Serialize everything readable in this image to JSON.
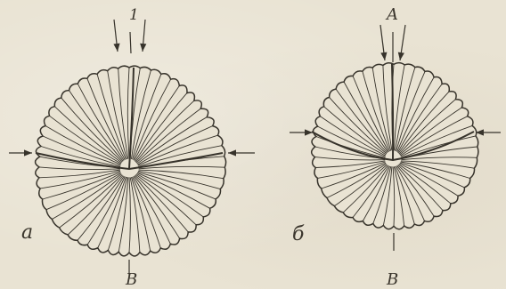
{
  "figures": [
    {
      "id": "a",
      "caption": "а",
      "top_label": "1",
      "bottom_label": "B"
    },
    {
      "id": "b",
      "caption": "б",
      "top_label": "A",
      "bottom_label": "B"
    }
  ],
  "colors": {
    "ink": "#37332b",
    "paper": "#e9e3d3"
  }
}
